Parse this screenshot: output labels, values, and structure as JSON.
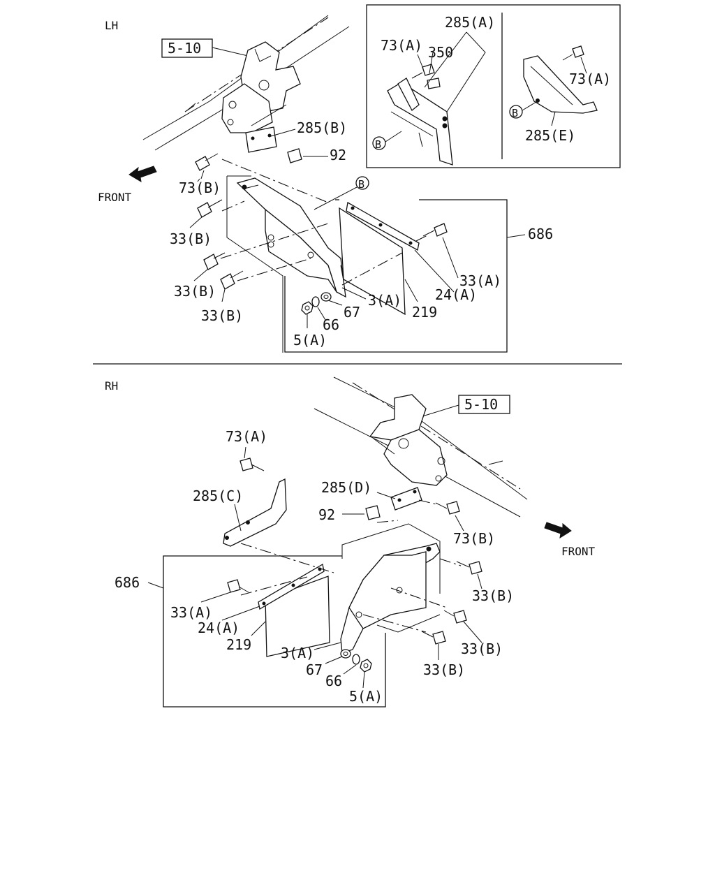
{
  "sections": {
    "lh": "LH",
    "rh": "RH"
  },
  "direction": {
    "front": "FRONT"
  },
  "references": {
    "group_ref": "5-10",
    "point_b": "B"
  },
  "lh": {
    "l285A": "285(A)",
    "l73A_inset": "73(A)",
    "l350": "350",
    "l73A_right": "73(A)",
    "l285E": "285(E)",
    "l285B": "285(B)",
    "l92": "92",
    "l73B": "73(B)",
    "l33B_1": "33(B)",
    "l33B_2": "33(B)",
    "l33B_3": "33(B)",
    "l686": "686",
    "l33A": "33(A)",
    "l24A": "24(A)",
    "l3A": "3(A)",
    "l219": "219",
    "l67": "67",
    "l66": "66",
    "l5A": "5(A)"
  },
  "rh": {
    "l73A": "73(A)",
    "l285C": "285(C)",
    "l285D": "285(D)",
    "l92": "92",
    "l73B": "73(B)",
    "l686": "686",
    "l33B_1": "33(B)",
    "l33A": "33(A)",
    "l24A": "24(A)",
    "l219": "219",
    "l3A": "3(A)",
    "l67": "67",
    "l66": "66",
    "l5A": "5(A)",
    "l33B_2": "33(B)",
    "l33B_3": "33(B)"
  }
}
